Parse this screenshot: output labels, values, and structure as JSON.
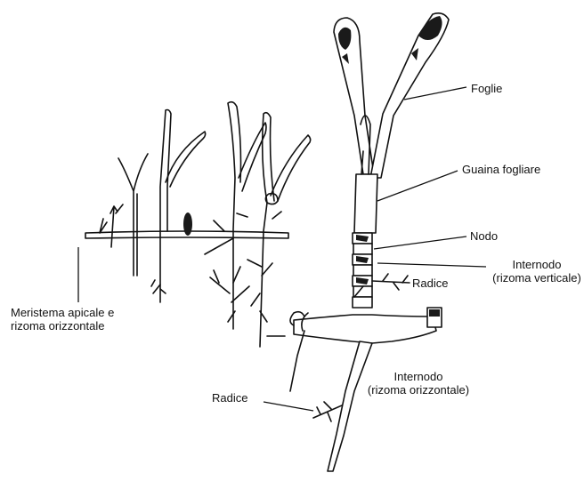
{
  "labels": {
    "foglie": "Foglie",
    "guaina": "Guaina fogliare",
    "nodo": "Nodo",
    "internodo_v_1": "Internodo",
    "internodo_v_2": "(rizoma verticale)",
    "radice_upper": "Radice",
    "meristema_1": "Meristema apicale e",
    "meristema_2": "rizoma orizzontale",
    "internodo_o_1": "Internodo",
    "internodo_o_2": "(rizoma orizzontale)",
    "radice_lower": "Radice"
  },
  "colors": {
    "ink": "#111111",
    "background": "#ffffff"
  }
}
